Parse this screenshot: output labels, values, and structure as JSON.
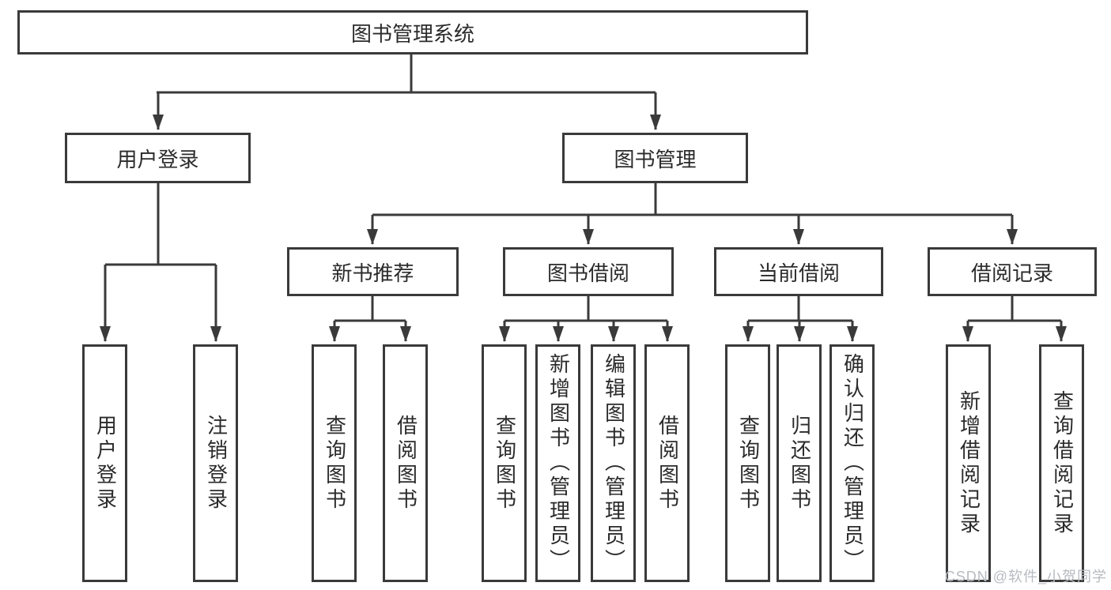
{
  "diagram": {
    "background": "#ffffff",
    "line_color": "#3a3a3a",
    "text_color": "#2b2b2b",
    "root": {
      "label": "图书管理系统",
      "children": [
        {
          "label": "用户登录",
          "children": [
            {
              "label": "用户登录"
            },
            {
              "label": "注销登录"
            }
          ]
        },
        {
          "label": "图书管理",
          "children": [
            {
              "label": "新书推荐",
              "children": [
                {
                  "label": "查询图书"
                },
                {
                  "label": "借阅图书"
                }
              ]
            },
            {
              "label": "图书借阅",
              "children": [
                {
                  "label": "查询图书"
                },
                {
                  "label": "新增图书（管理员）"
                },
                {
                  "label": "编辑图书（管理员）"
                },
                {
                  "label": "借阅图书"
                }
              ]
            },
            {
              "label": "当前借阅",
              "children": [
                {
                  "label": "查询图书"
                },
                {
                  "label": "归还图书"
                },
                {
                  "label": "确认归还（管理员）"
                }
              ]
            },
            {
              "label": "借阅记录",
              "children": [
                {
                  "label": "新增借阅记录"
                },
                {
                  "label": "查询借阅记录"
                }
              ]
            }
          ]
        }
      ]
    }
  },
  "watermark": {
    "text": "CSDN @软件_小贺同学",
    "color": "#b7bbc1"
  }
}
